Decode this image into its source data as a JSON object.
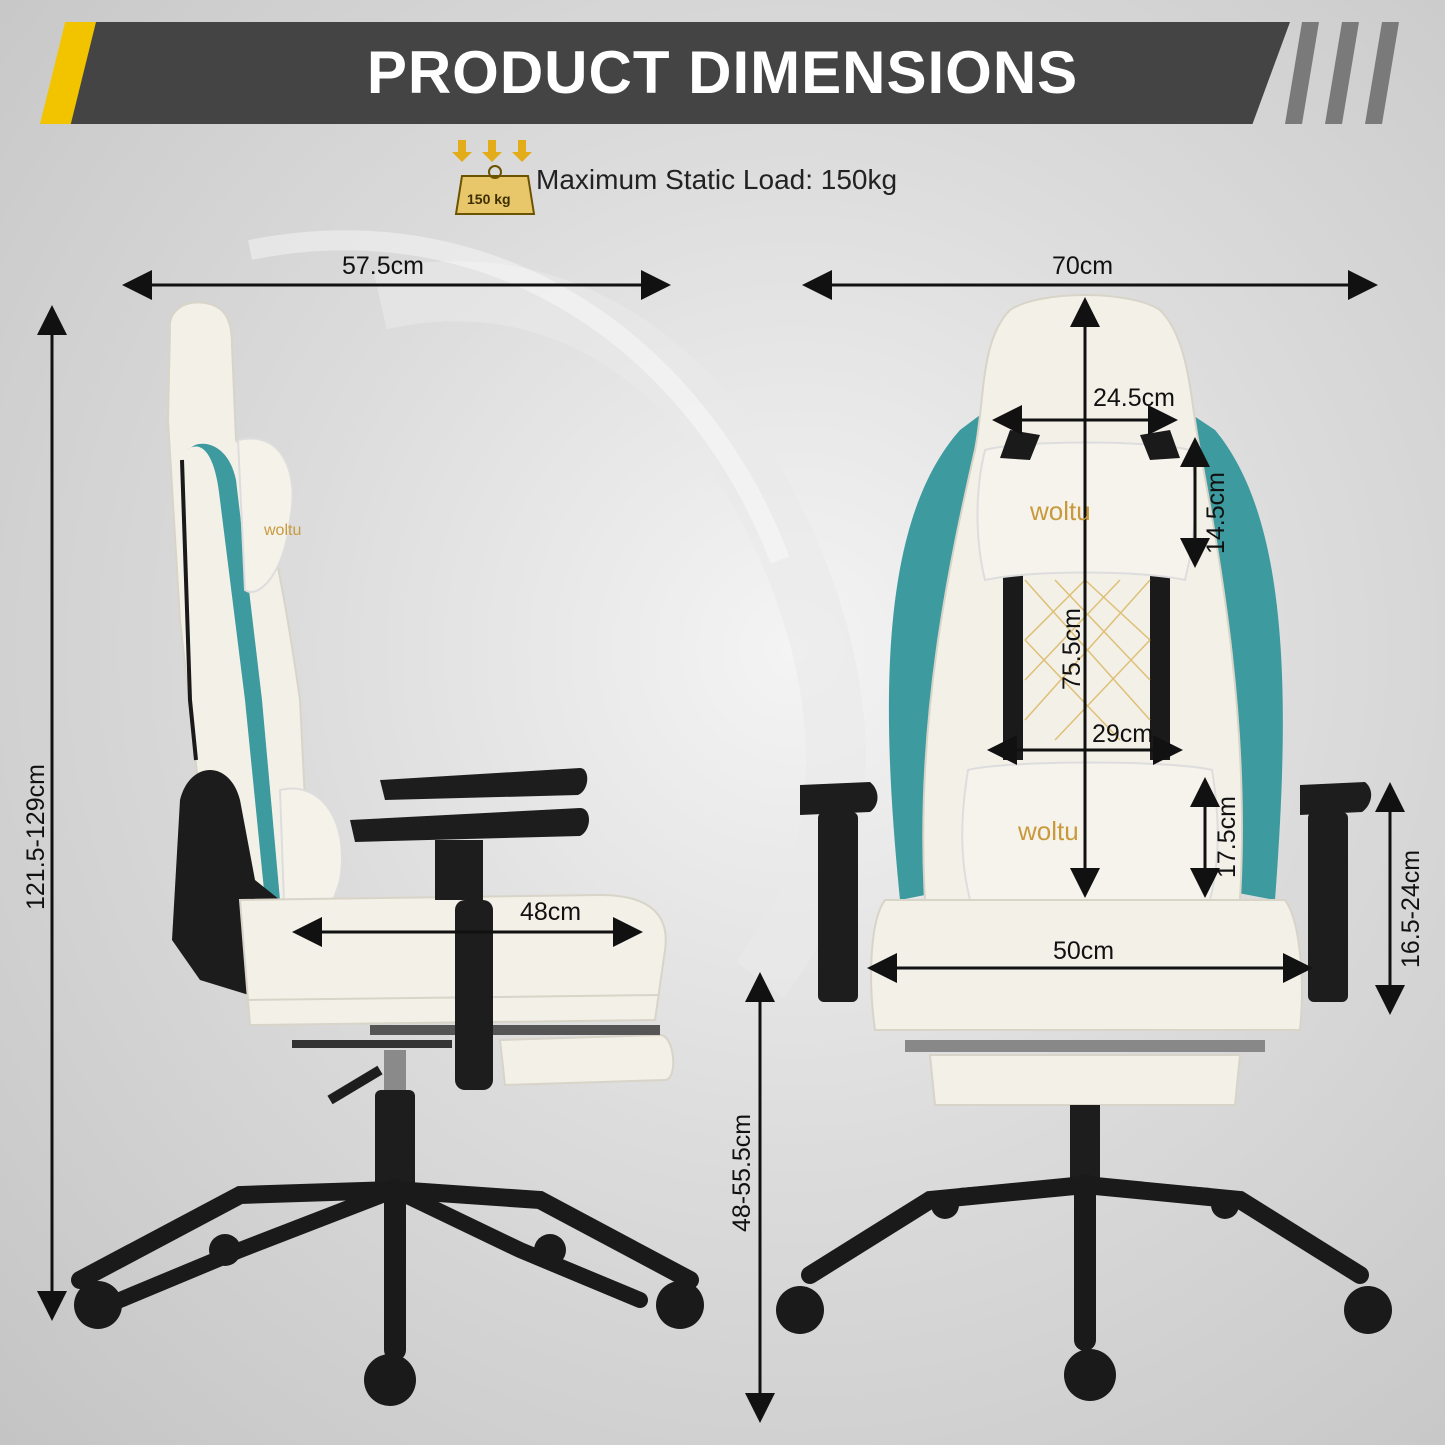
{
  "header": {
    "title": "PRODUCT DIMENSIONS"
  },
  "load": {
    "icon": "weight-icon",
    "weight_label": "150 kg",
    "text": "Maximum Static Load: 150kg"
  },
  "dimensions": {
    "side_width": "57.5cm",
    "total_height": "121.5-129cm",
    "seat_depth": "48cm",
    "seat_height": "48-55.5cm",
    "front_width": "70cm",
    "backrest_width": "24.5cm",
    "headrest_height": "14.5cm",
    "backrest_height": "75.5cm",
    "lumbar_width": "29cm",
    "lumbar_height": "17.5cm",
    "armrest_height": "16.5-24cm",
    "seat_width": "50cm"
  },
  "brand": {
    "pillow_logo": "woltu"
  },
  "colors": {
    "banner": "#444444",
    "accent": "#f2c400",
    "chair_teal": "#3d9a9e",
    "chair_white": "#f3f0e8",
    "frame_black": "#1a1a1a"
  }
}
